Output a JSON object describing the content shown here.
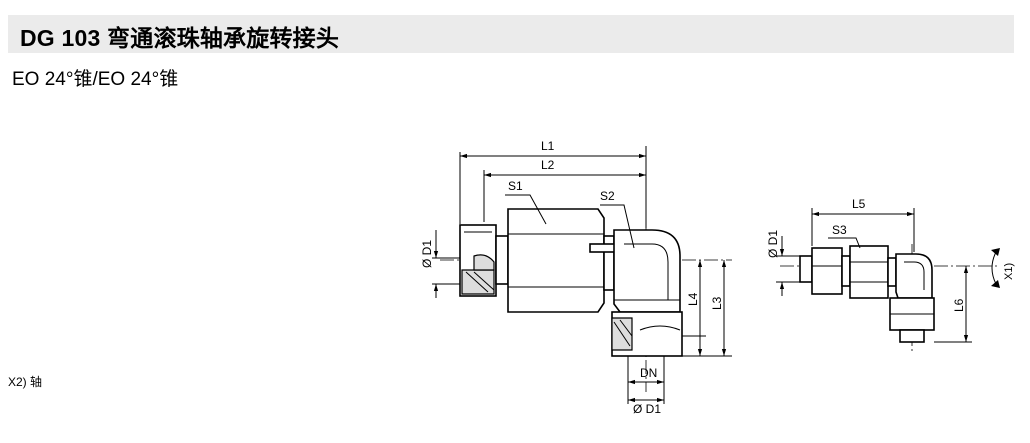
{
  "title": "DG 103  弯通滚珠轴承旋转接头",
  "subtitle": "EO 24°锥/EO 24°锥",
  "footnote": "X2) 轴",
  "colors": {
    "title_bar": "#ebebeb"
  },
  "drawing_labels": {
    "L1": "L1",
    "L2": "L2",
    "L3": "L3",
    "L4": "L4",
    "L5": "L5",
    "L6": "L6",
    "S1": "S1",
    "S2": "S2",
    "S3": "S3",
    "D1_left": "Ø D1",
    "D1_bottom": "Ø D1",
    "D1_small": "Ø D1",
    "DN": "DN",
    "X1": "X1)"
  }
}
